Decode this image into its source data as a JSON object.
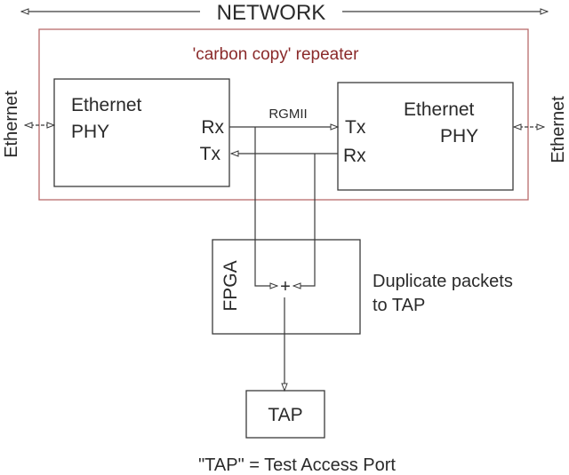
{
  "title": "NETWORK",
  "repeater": {
    "label": "'carbon copy' repeater",
    "border_color": "#b86b6b",
    "label_color": "#8a2a2a"
  },
  "left_link_label": "Ethernet",
  "right_link_label": "Ethernet",
  "left_phy": {
    "line1": "Ethernet",
    "line2": "PHY",
    "port_rx": "Rx",
    "port_tx": "Tx"
  },
  "right_phy": {
    "line1": "Ethernet",
    "line2": "PHY",
    "port_tx": "Tx",
    "port_rx": "Rx"
  },
  "bus_label": "RGMII",
  "fpga": {
    "label": "FPGA",
    "merge_symbol": "+"
  },
  "fpga_note": {
    "line1": "Duplicate packets",
    "line2": "to TAP"
  },
  "tap": {
    "label": "TAP"
  },
  "footnote": "\"TAP\" = Test Access Port",
  "colors": {
    "line": "#3a3a3a",
    "text": "#2a2a2a"
  }
}
